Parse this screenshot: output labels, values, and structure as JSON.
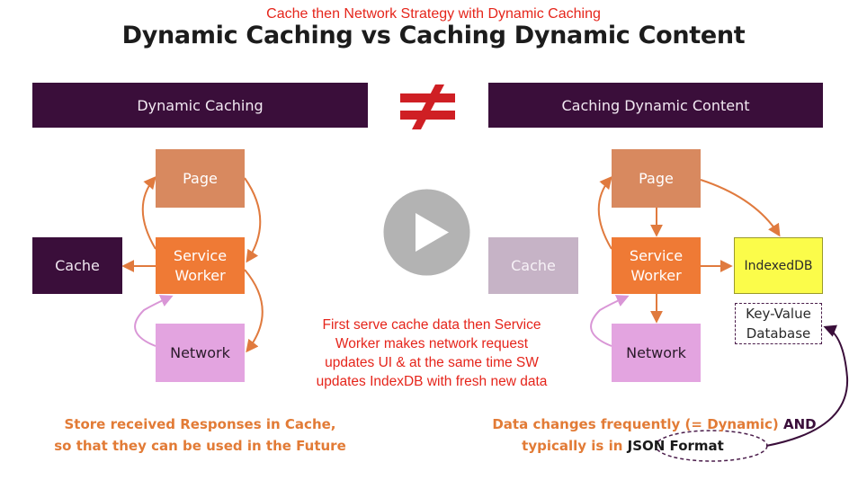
{
  "header": {
    "subtitle": "Cache then Network Strategy with Dynamic Caching",
    "title": "Dynamic Caching vs Caching Dynamic Content"
  },
  "left": {
    "heading": "Dynamic Caching",
    "page": "Page",
    "service_worker_line1": "Service",
    "service_worker_line2": "Worker",
    "cache": "Cache",
    "network": "Network",
    "note_line1": "Store received Responses in Cache,",
    "note_line2": "so that they can be used in the Future"
  },
  "right": {
    "heading": "Caching Dynamic Content",
    "page": "Page",
    "service_worker_line1": "Service",
    "service_worker_line2": "Worker",
    "cache": "Cache",
    "network": "Network",
    "indexeddb": "IndexedDB",
    "kv_line1": "Key-Value",
    "kv_line2": "Database",
    "note_line1_a": "Data changes frequently (= Dynamic)",
    "note_line1_b": "AND",
    "note_line2_a": "typically is in",
    "note_line2_b": "JSON Format"
  },
  "center": {
    "not_equal_symbol": "≠",
    "note_line1": "First serve cache data then Service",
    "note_line2": "Worker makes network request",
    "note_line3": "updates UI & at the same time SW",
    "note_line4": "updates IndexDB with fresh new data"
  },
  "colors": {
    "dark_purple": "#3a0e3a",
    "orange": "#ef7a35",
    "page_orange": "#d8895f",
    "network_pink": "#e3a4e0",
    "indexeddb_yellow": "#fbfc4a",
    "accent_red": "#e5251b",
    "play_button_gray": "#b3b3b3"
  },
  "icons": {
    "play": "play-button-icon",
    "not_equal": "not-equal-icon"
  }
}
